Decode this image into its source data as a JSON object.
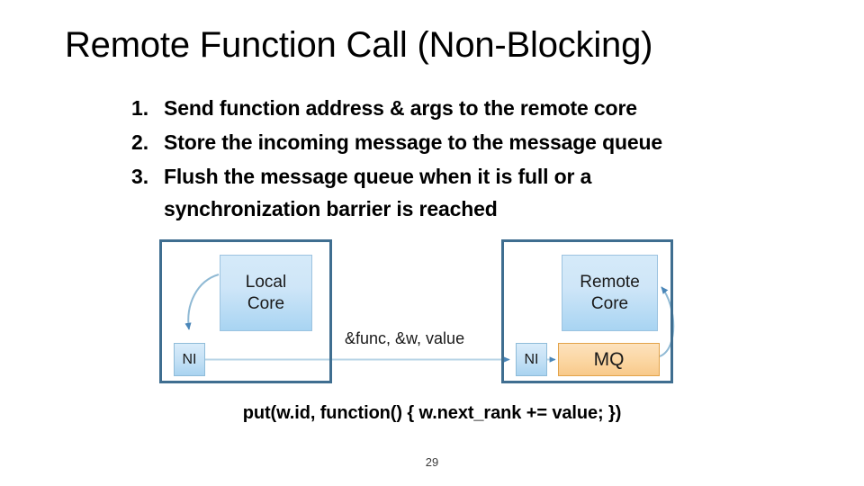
{
  "slide": {
    "title": "Remote Function Call (Non-Blocking)",
    "page_number": "29",
    "code_caption": "put(w.id, function() { w.next_rank += value; })"
  },
  "bullets": [
    {
      "number": "1.",
      "text": "Send function address & args to the remote core"
    },
    {
      "number": "2.",
      "text": "Store the incoming message to the message queue"
    },
    {
      "number": "3.",
      "text": "Flush the message queue when it is full or a synchronization barrier is reached"
    }
  ],
  "diagram": {
    "local_panel": {
      "core_line1": "Local",
      "core_line2": "Core",
      "ni_label": "NI"
    },
    "remote_panel": {
      "core_line1": "Remote",
      "core_line2": "Core",
      "ni_label": "NI",
      "mq_label": "MQ"
    },
    "wire_label": "&func, &w, value",
    "colors": {
      "panel_border": "#3f6e90",
      "core_fill_top": "#d5eaf9",
      "core_fill_bottom": "#a8d4f2",
      "core_border": "#9cc3e0",
      "mq_fill_top": "#fde2bd",
      "mq_fill_bottom": "#f8c98a",
      "mq_border": "#e3a349",
      "arrow_blue": "#4a86b8",
      "wire_line": "#b7d4e6"
    }
  }
}
